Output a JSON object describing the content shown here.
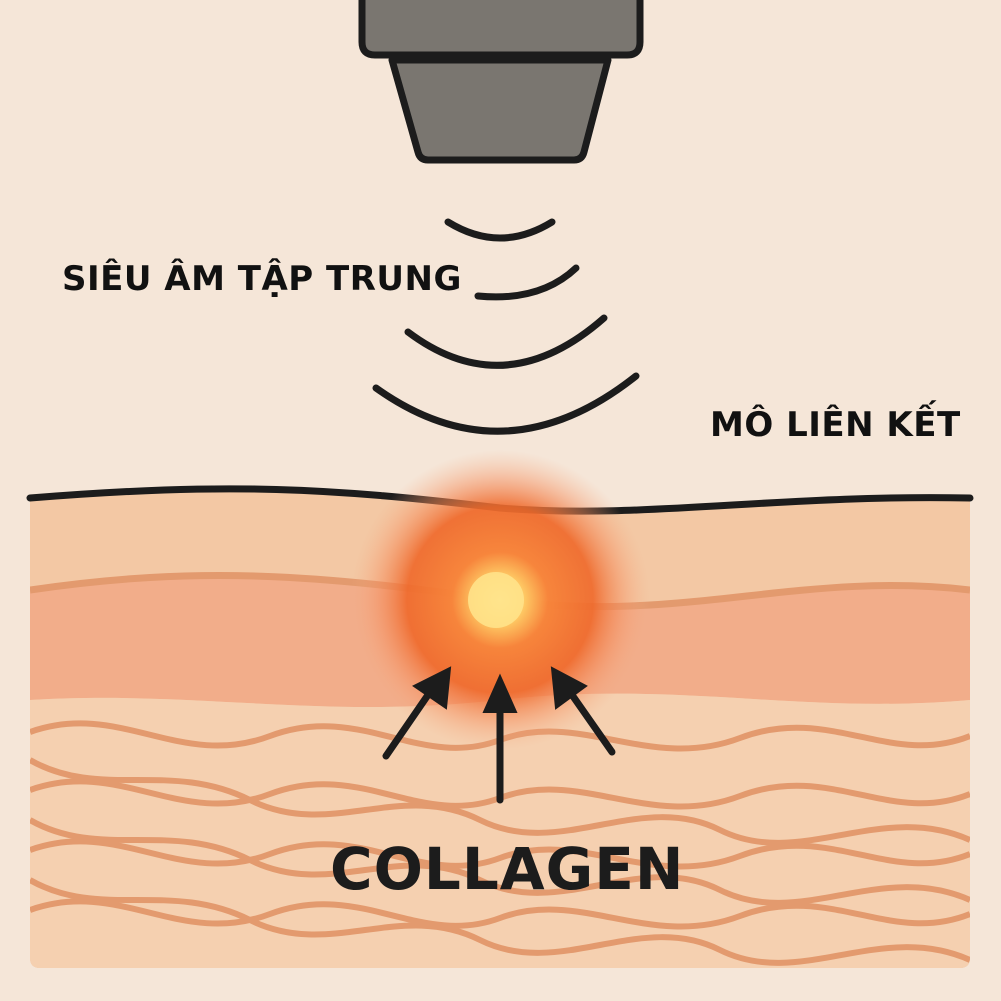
{
  "labels": {
    "focused_ultrasound": "SIÊU ÂM TẬP TRUNG",
    "connective_tissue": "MÔ LIÊN KẾT",
    "collagen": "COLLAGEN"
  },
  "icons": {
    "device": "ultrasound-transducer-icon",
    "waves": "sound-wave-icon",
    "heat": "heat-focus-icon",
    "arrow": "arrow-up-icon"
  },
  "colors": {
    "background": "#f5e6d8",
    "device": "#7a7670",
    "outline": "#1c1c1c",
    "skin_top": "#f3c8a4",
    "skin_mid": "#f2ad8a",
    "skin_bottom": "#f5d0b0",
    "fiber": "#e39a6e",
    "heat_core": "#ffd36a",
    "heat_outer": "#f06a2a"
  }
}
